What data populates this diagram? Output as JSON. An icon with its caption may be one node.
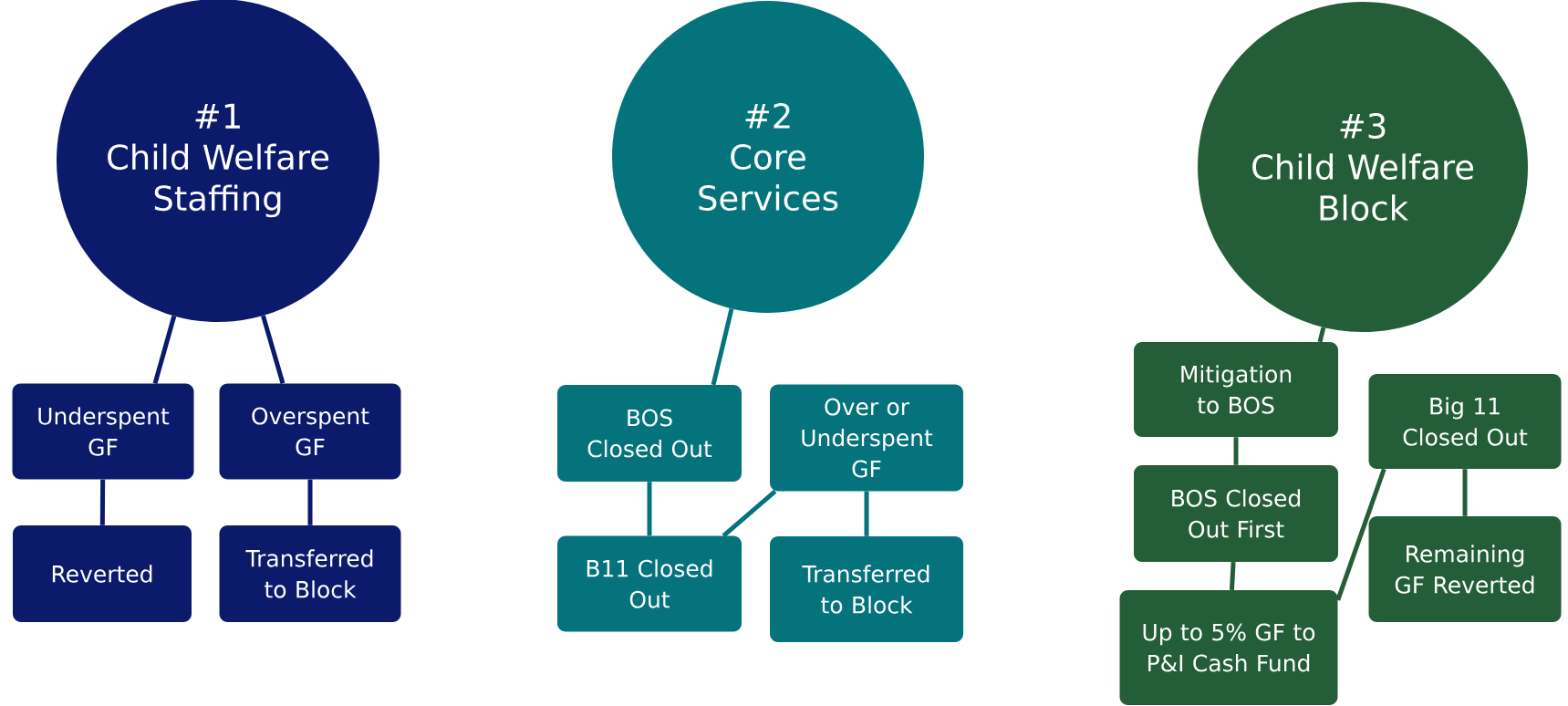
{
  "diagram": {
    "nodes": [
      {
        "text": [
          "#1",
          "Child Welfare Staffing"
        ]
      },
      {
        "text": [
          "Underspent GF"
        ]
      },
      {
        "text": [
          "Overspent GF"
        ]
      },
      {
        "text": [
          "Reverted"
        ]
      },
      {
        "text": [
          "Transferred to Block"
        ]
      },
      {
        "text": [
          "#2",
          "Core Services"
        ]
      },
      {
        "text": [
          "BOS Closed Out"
        ]
      },
      {
        "text": [
          "Over or Underspent GF"
        ]
      },
      {
        "text": [
          "B11 Closed Out"
        ]
      },
      {
        "text": [
          "Transferred to Block"
        ]
      },
      {
        "text": [
          "#3",
          "Child Welfare Block"
        ]
      },
      {
        "text": [
          "Mitigation to BOS"
        ]
      },
      {
        "text": [
          "Big 11 Closed Out"
        ]
      },
      {
        "text": [
          "BOS Closed Out First"
        ]
      },
      {
        "text": [
          "Remaining GF Reverted"
        ]
      },
      {
        "text": [
          "Up to 5% GF to P&I Cash Fund"
        ]
      }
    ],
    "edges": [
      {
        "from": 0,
        "to": 1,
        "arrow": "none",
        "color": "#0c1a6b"
      },
      {
        "from": 0,
        "to": 2,
        "arrow": "none",
        "color": "#0c1a6b"
      },
      {
        "from": 1,
        "to": 3,
        "arrow": "none",
        "color": "#0c1a6b"
      },
      {
        "from": 2,
        "to": 4,
        "arrow": "none",
        "color": "#0c1a6b"
      },
      {
        "from": 5,
        "to": 6,
        "arrow": "none",
        "color": "#05737c"
      },
      {
        "from": 6,
        "to": 8,
        "arrow": "none",
        "color": "#05737c"
      },
      {
        "from": 7,
        "to": 8,
        "arrow": "none",
        "color": "#05737c"
      },
      {
        "from": 7,
        "to": 9,
        "arrow": "none",
        "color": "#05737c"
      },
      {
        "from": 10,
        "to": 11,
        "arrow": "none"
      },
      {
        "from": 11,
        "to": 13,
        "arrow": "none"
      },
      {
        "from": 13,
        "to": 15,
        "arrow": "none"
      },
      {
        "from": 15,
        "to": 12,
        "arrow": "none"
      },
      {
        "from": 12,
        "to": 14,
        "arrow": "none"
      }
    ]
  }
}
